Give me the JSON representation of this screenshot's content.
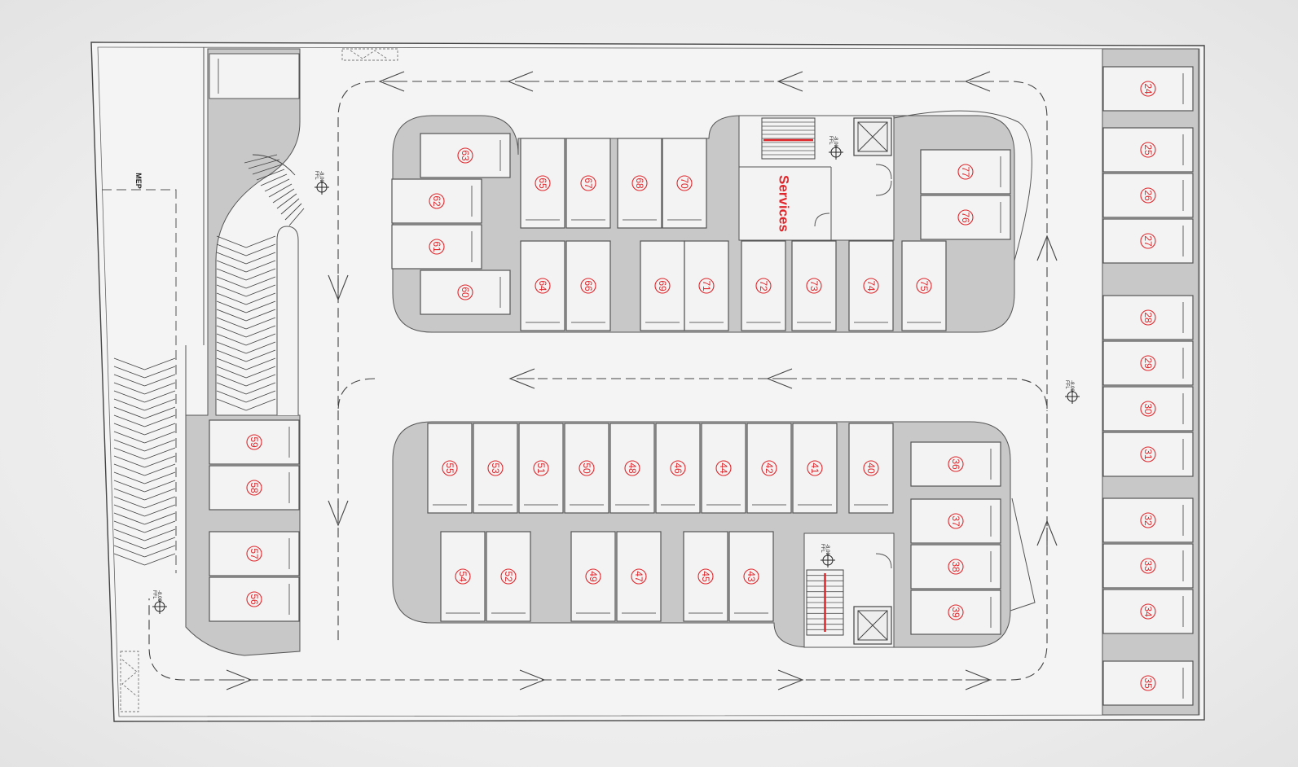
{
  "colors": {
    "accent": "#e0262b",
    "island": "#c8c8c8",
    "floor": "#f4f4f4",
    "line": "#555555"
  },
  "labels": {
    "services": "Services",
    "mep": "MEP",
    "level_value": "-8.00",
    "level_unit": "FFL"
  },
  "bays": [
    {
      "n": "24",
      "g": "1354,82,110,54,H"
    },
    {
      "n": "25",
      "g": "1354,157,110,54,H"
    },
    {
      "n": "26",
      "g": "1354,213,110,54,H"
    },
    {
      "n": "27",
      "g": "1354,269,110,54,H"
    },
    {
      "n": "28",
      "g": "1354,363,110,54,H"
    },
    {
      "n": "29",
      "g": "1354,419,110,54,H"
    },
    {
      "n": "30",
      "g": "1354,475,110,54,H"
    },
    {
      "n": "31",
      "g": "1354,531,110,54,H"
    },
    {
      "n": "32",
      "g": "1354,612,110,54,H"
    },
    {
      "n": "33",
      "g": "1354,668,110,54,H"
    },
    {
      "n": "34",
      "g": "1354,724,110,54,H"
    },
    {
      "n": "35",
      "g": "1354,812,110,54,H"
    },
    {
      "n": "36",
      "g": "1118,543,110,54,H"
    },
    {
      "n": "37",
      "g": "1118,613,110,54,H"
    },
    {
      "n": "38",
      "g": "1118,669,110,54,H"
    },
    {
      "n": "39",
      "g": "1118,725,110,54,H"
    },
    {
      "n": "40",
      "g": "1042,520,54,110,V"
    },
    {
      "n": "41",
      "g": "973,520,54,110,V"
    },
    {
      "n": "42",
      "g": "917,520,54,110,V"
    },
    {
      "n": "44",
      "g": "861,520,54,110,V"
    },
    {
      "n": "46",
      "g": "805,520,54,110,V"
    },
    {
      "n": "48",
      "g": "749,520,54,110,V"
    },
    {
      "n": "50",
      "g": "693,520,54,110,V"
    },
    {
      "n": "51",
      "g": "637,520,54,110,V"
    },
    {
      "n": "53",
      "g": "581,520,54,110,V"
    },
    {
      "n": "55",
      "g": "525,520,54,110,V"
    },
    {
      "n": "54",
      "g": "541,653,54,110,V"
    },
    {
      "n": "52",
      "g": "597,653,54,110,V"
    },
    {
      "n": "49",
      "g": "701,653,54,110,V"
    },
    {
      "n": "47",
      "g": "757,653,54,110,V"
    },
    {
      "n": "45",
      "g": "839,653,54,110,V"
    },
    {
      "n": "43",
      "g": "895,653,54,110,V"
    },
    {
      "n": "59",
      "g": "257,516,110,54,H"
    },
    {
      "n": "58",
      "g": "257,572,110,54,H"
    },
    {
      "n": "57",
      "g": "257,653,110,54,H"
    },
    {
      "n": "56",
      "g": "257,709,110,54,H"
    },
    {
      "n": "63",
      "g": "516,164,110,54,H"
    },
    {
      "n": "62",
      "g": "481,220,110,54,H"
    },
    {
      "n": "61",
      "g": "481,276,110,54,H"
    },
    {
      "n": "60",
      "g": "516,332,110,54,H"
    },
    {
      "n": "65",
      "g": "639,170,54,110,V"
    },
    {
      "n": "67",
      "g": "695,170,54,110,V"
    },
    {
      "n": "68",
      "g": "758,170,54,110,V"
    },
    {
      "n": "70",
      "g": "813,170,54,110,V"
    },
    {
      "n": "64",
      "g": "639,296,54,110,V"
    },
    {
      "n": "66",
      "g": "695,296,54,110,V"
    },
    {
      "n": "69",
      "g": "786,296,54,110,V"
    },
    {
      "n": "71",
      "g": "840,296,54,110,V"
    },
    {
      "n": "72",
      "g": "910,296,54,110,V"
    },
    {
      "n": "73",
      "g": "972,296,54,110,V"
    },
    {
      "n": "74",
      "g": "1042,296,54,110,V"
    },
    {
      "n": "75",
      "g": "1107,296,54,110,V"
    },
    {
      "n": "77",
      "g": "1130,184,110,54,H"
    },
    {
      "n": "76",
      "g": "1130,240,110,54,H"
    }
  ]
}
